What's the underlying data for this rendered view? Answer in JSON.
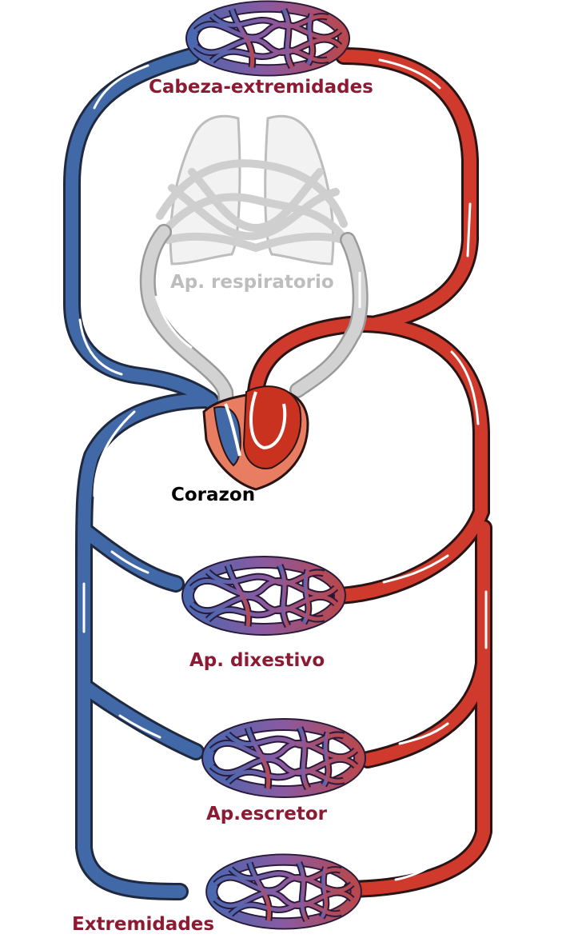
{
  "labels": {
    "head_limbs": "Cabeza-extremidades",
    "respiratory": "Ap. respiratorio",
    "heart": "Corazon",
    "digestive": "Ap. dixestivo",
    "excretory": "Ap.escretor",
    "limbs": "Extremidades"
  },
  "colors": {
    "artery": "#d03a2c",
    "vein": "#4169a8",
    "capillary": "#8a5a9e",
    "lung": "#c8c8c8",
    "label": "#8b1a32",
    "lung_label": "#bdbdbd",
    "heart_label": "#000000"
  }
}
